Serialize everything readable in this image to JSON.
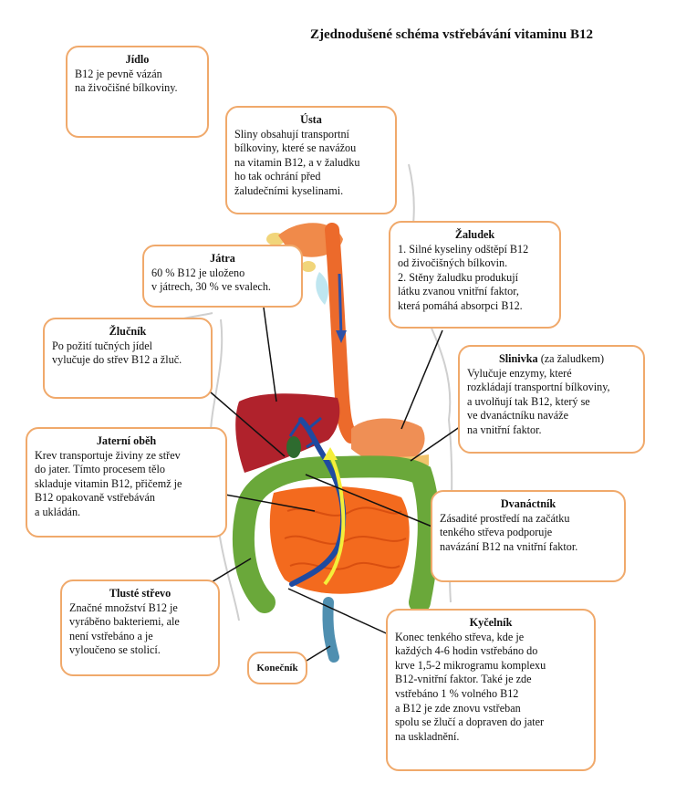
{
  "title": "Zjednodušené schéma vstřebávání vitaminu B12",
  "boxes": {
    "jidlo": {
      "title": "Jídlo",
      "text": "B12 je pevně vázán\nna živočišné bílkoviny."
    },
    "usta": {
      "title": "Ústa",
      "text": "Sliny obsahují transportní\nbílkoviny, které se navážou\nna vitamin B12, a v žaludku\nho tak ochrání před\nžaludečními kyselinami."
    },
    "zaludek": {
      "title": "Žaludek",
      "text": "1. Silné kyseliny odštěpí B12\nod živočišných bílkovin.\n2. Stěny žaludku produkují\nlátku zvanou vnitřní faktor,\nkterá pomáhá absorpci B12."
    },
    "jatra": {
      "title": "Játra",
      "text": "60 % B12 je uloženo\nv játrech, 30 % ve svalech."
    },
    "zlucnik": {
      "title": "Žlučník",
      "text": "Po požití tučných jídel\nvylučuje do střev B12 a žluč."
    },
    "slinivka": {
      "title": "Slinivka",
      "title_note": "(za žaludkem)",
      "text": "Vylučuje enzymy, které\nrozkládají transportní bílkoviny,\na uvolňují tak B12, který se\nve dvanáctníku naváže\nna vnitřní faktor."
    },
    "jaterni_obeh": {
      "title": "Jaterní oběh",
      "text": "Krev transportuje živiny ze střev\ndo jater. Tímto procesem tělo\nskladuje vitamin B12, přičemž je\nB12 opakovaně vstřebáván\na ukládán."
    },
    "dvanactnik": {
      "title": "Dvanáctník",
      "text": "Zásadité prostředí na začátku\ntenkého střeva podporuje\nnavázání B12 na vnitřní faktor."
    },
    "tluste_strevo": {
      "title": "Tlusté střevo",
      "text": "Značné množství B12 je\nvyráběno bakteriemi, ale\nnení vstřebáno a je\nvyloučeno se stolicí."
    },
    "konecnik": {
      "title": "Konečník"
    },
    "kycelnik": {
      "title": "Kyčelník",
      "text": "Konec tenkého střeva, kde je\nkaždých 4-6 hodin vstřebáno do\nkrve 1,5-2 mikrogramu komplexu\nB12-vnitřní faktor. Také je zde\nvstřebáno 1 % volného B12\na B12 je zde znovu vstřeban\nspolu se žlučí a dopraven do jater\nna uskladnění."
    }
  },
  "colors": {
    "box_border": "#f0a96b",
    "liver": "#b0222c",
    "intestine": "#f36a1e",
    "colon": "#6aa83a",
    "stomach": "#ef8f55",
    "vessel": "#1f4aa0",
    "arrow": "#f4ee3a"
  }
}
